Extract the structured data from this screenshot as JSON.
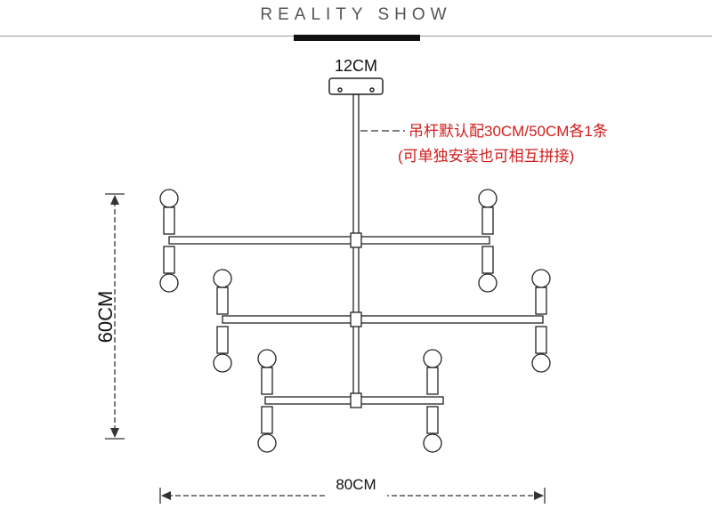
{
  "header": {
    "title": "REALITY SHOW"
  },
  "dimensions": {
    "canopy_width": "12CM",
    "height": "60CM",
    "width": "80CM"
  },
  "annotation": {
    "line1": "吊杆默认配30CM/50CM各1条",
    "line2": "(可单独安装也可相互拼接)"
  },
  "colors": {
    "annotation": "#d11c1c",
    "line": "#222222",
    "dimension_line": "#333333"
  }
}
